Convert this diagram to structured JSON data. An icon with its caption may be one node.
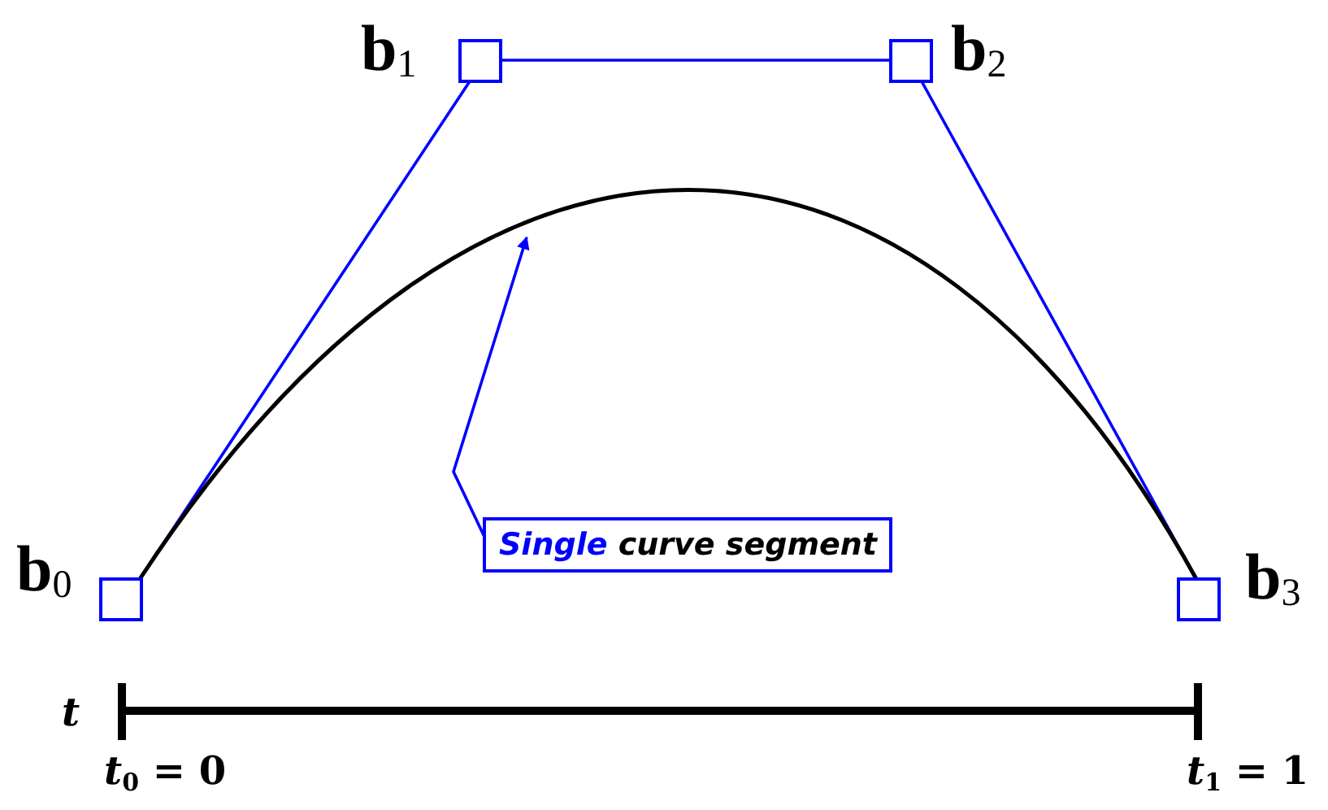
{
  "diagram": {
    "nodes": [
      {
        "text": [],
        "shape": "box",
        "beside": [
          "**b**$_{0}$"
        ]
      },
      {
        "text": [],
        "shape": "box",
        "beside": [
          "**b**$_{1}$"
        ]
      },
      {
        "text": [],
        "shape": "box",
        "beside": [
          "**b**$_{2}$"
        ]
      },
      {
        "text": [],
        "shape": "box",
        "beside": [
          "**b**$_{3}$"
        ]
      },
      {
        "text": [
          "Single curve segment"
        ]
      }
    ],
    "edges": [
      {
        "from": 0,
        "to": 1,
        "arrow": "none"
      },
      {
        "from": 1,
        "to": 2,
        "arrow": "none"
      },
      {
        "from": 2,
        "to": 3,
        "arrow": "none"
      },
      {
        "from": 0,
        "to": 3,
        "arrow": "none",
        "color": "#000000"
      },
      {
        "from": 4,
        "to": null,
        "arrow": "to"
      }
    ],
    "labels": [
      "*t*",
      "*t*$_{0}$ = 0",
      "*t*$_{1}$ = 1"
    ]
  }
}
